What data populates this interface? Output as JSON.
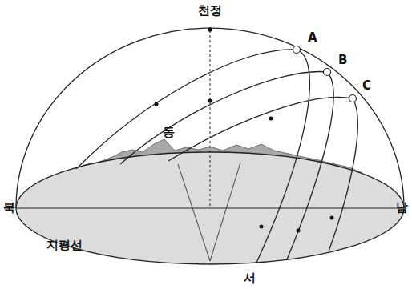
{
  "diagram": {
    "labels": [
      "천정",
      "A",
      "B",
      "C",
      "동",
      "북",
      "남",
      "지평선",
      "서"
    ]
  }
}
